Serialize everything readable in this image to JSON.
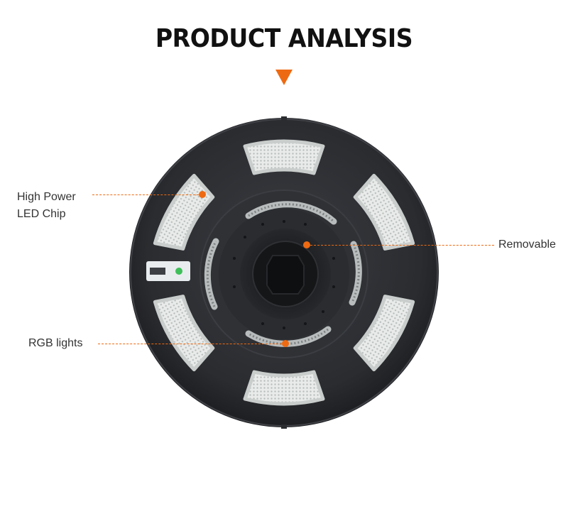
{
  "header": {
    "title": "PRODUCT ANALYSIS"
  },
  "annotations": {
    "high_power_line1": "High Power",
    "high_power_line2": "LED Chip",
    "removable": "Removable",
    "rgb_lights": "RGB lights"
  },
  "colors": {
    "accent": "#ee6a12",
    "body": "#2b2d31",
    "text": "#333333"
  },
  "icons": {
    "arrow": "triangle-down-icon"
  }
}
